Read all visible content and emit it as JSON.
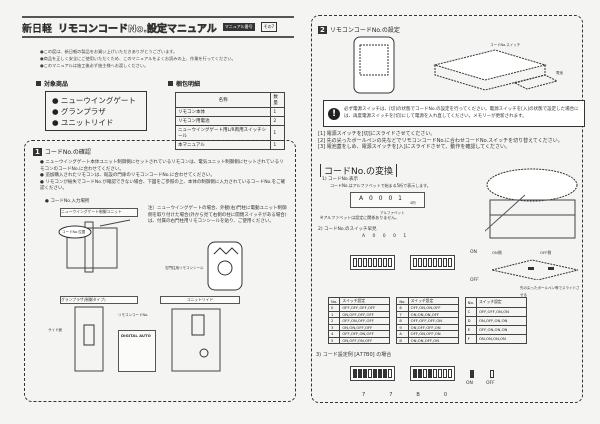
{
  "header": {
    "brand": "新日軽",
    "title": "リモコンコードNo.設定マニュアル",
    "badge": "マニュアル番号",
    "page_note": "その7"
  },
  "notes": [
    "●この度は、新日軽の製品をお買い上げいただきありがとうございます。",
    "●商品を正しく安全にご使用いただくため、このマニュアルをよくお読みの上、作業を行ってください。",
    "●このマニュアルは施工後必ず施主様へお渡しください。"
  ],
  "products": {
    "heading": "対象商品",
    "items": [
      "● ニューウイングゲート",
      "● グランプラザ",
      "● ユニットリイド"
    ]
  },
  "packing": {
    "heading": "梱包明細",
    "col_name": "名称",
    "col_qty": "数量",
    "rows": [
      {
        "name": "リモコン本体",
        "qty": "1"
      },
      {
        "name": "リモコン用電池",
        "qty": "2"
      },
      {
        "name": "ニューウイングゲート用L/R両用スイッチシール",
        "qty": "1"
      },
      {
        "name": "本マニュアル",
        "qty": "1"
      }
    ]
  },
  "section1": {
    "num": "1",
    "title": "コードNo.の確認",
    "bullets": [
      "● ニューウイングゲート本体ユニット制御側にセットされているリモコンは、電気ユニット制御側にセットされているリモコンのコードNo.に合わせてください。",
      "● 追加購入されたリモコンは、既設の門扉のリモコンコードNo.に合わせてください。",
      "● リモコンが紛失でコードNo.が確認できない場合、下図をご参照の上、本体の制御側に入力されているコードNo.をご確認ください。"
    ],
    "location_title": "● コードNo.入力場所",
    "unit_label": "ニューウイングゲート制御ユニット",
    "code_label": "コードNo.位置",
    "note": "注）ニューウイングゲートの場合、外観(右)門柱に電動ユニット制御側を取り付けた場合(外から見て右側の柱に開閉スイッチがある場合)は、付属の右門柱用リモコンシールを貼り、ご使用ください。",
    "seal_label": "右門柱用リモコンシール",
    "grand_label": "グランプラザ(制御タイプ)",
    "unit_label2": "ユニットリイド",
    "code_pos": "リモコンコードNo.",
    "panel_title": "DIGITAL AUTO",
    "side_label": "サイド面"
  },
  "section2": {
    "num": "2",
    "title": "リモコンコードNo.の設定",
    "code_sw": "コードNo.スイッチ",
    "battery": "電池",
    "warning": "必ず電源スイッチは、[切]の状態でコードNo.の設定を行ってください。電源スイッチを[入]の状態で設定した場合には、再度電源スイッチを[切]にして電源を入れ直してください。メモリーが更新されます。",
    "steps": [
      "電源スイッチを[切]にスライドさせてください。",
      "先の尖ったボールペンの先などでリモコンコードNo.に合わせコードNo.スイッチを切り替えてください。",
      "電池蓋をしめ、電源スイッチを[入]にスライドさせて、動作を確認してください。"
    ],
    "convert_title": "コードNo.の変換",
    "sub1": "1) コードNo.表示",
    "sub1_desc": "コードNo.はアルファベットで始まる5桁で表示します。",
    "code_example": "A 0 0 0 1",
    "alpha_label": "アルファベット",
    "digit_label": "4桁",
    "alpha_note": "※アルファベットは設定に関係ありません。",
    "sub2": "2) コードNo.のスイッチ早見",
    "sub2_code": "A 0 0 0 1",
    "on": "ON",
    "off": "OFF",
    "on_side": "ON側",
    "off_side": "OFF側",
    "slide_note": "先の尖ったボールペン等でスライドさせる",
    "sw_col_no": "No.",
    "sw_col_set": "スイッチ設定",
    "sub3": "3) コード設定例 [A77B0] の場合",
    "example_digits": [
      "7",
      "7",
      "B",
      "0"
    ]
  },
  "switch_table": [
    {
      "no": "0",
      "set": "OFF,OFF,OFF,OFF"
    },
    {
      "no": "1",
      "set": "ON,OFF,OFF,OFF"
    },
    {
      "no": "2",
      "set": "OFF,ON,OFF,OFF"
    },
    {
      "no": "3",
      "set": "ON,ON,OFF,OFF"
    },
    {
      "no": "4",
      "set": "OFF,OFF,ON,OFF"
    },
    {
      "no": "5",
      "set": "ON,OFF,ON,OFF"
    },
    {
      "no": "6",
      "set": "OFF,ON,ON,OFF"
    },
    {
      "no": "7",
      "set": "ON,ON,ON,OFF"
    },
    {
      "no": "8",
      "set": "OFF,OFF,OFF,ON"
    },
    {
      "no": "9",
      "set": "ON,OFF,OFF,ON"
    },
    {
      "no": "A",
      "set": "OFF,ON,OFF,ON"
    },
    {
      "no": "B",
      "set": "ON,ON,OFF,ON"
    },
    {
      "no": "C",
      "set": "OFF,OFF,ON,ON"
    },
    {
      "no": "D",
      "set": "ON,OFF,ON,ON"
    },
    {
      "no": "E",
      "set": "OFF,ON,ON,ON"
    },
    {
      "no": "F",
      "set": "ON,ON,ON,ON"
    }
  ]
}
